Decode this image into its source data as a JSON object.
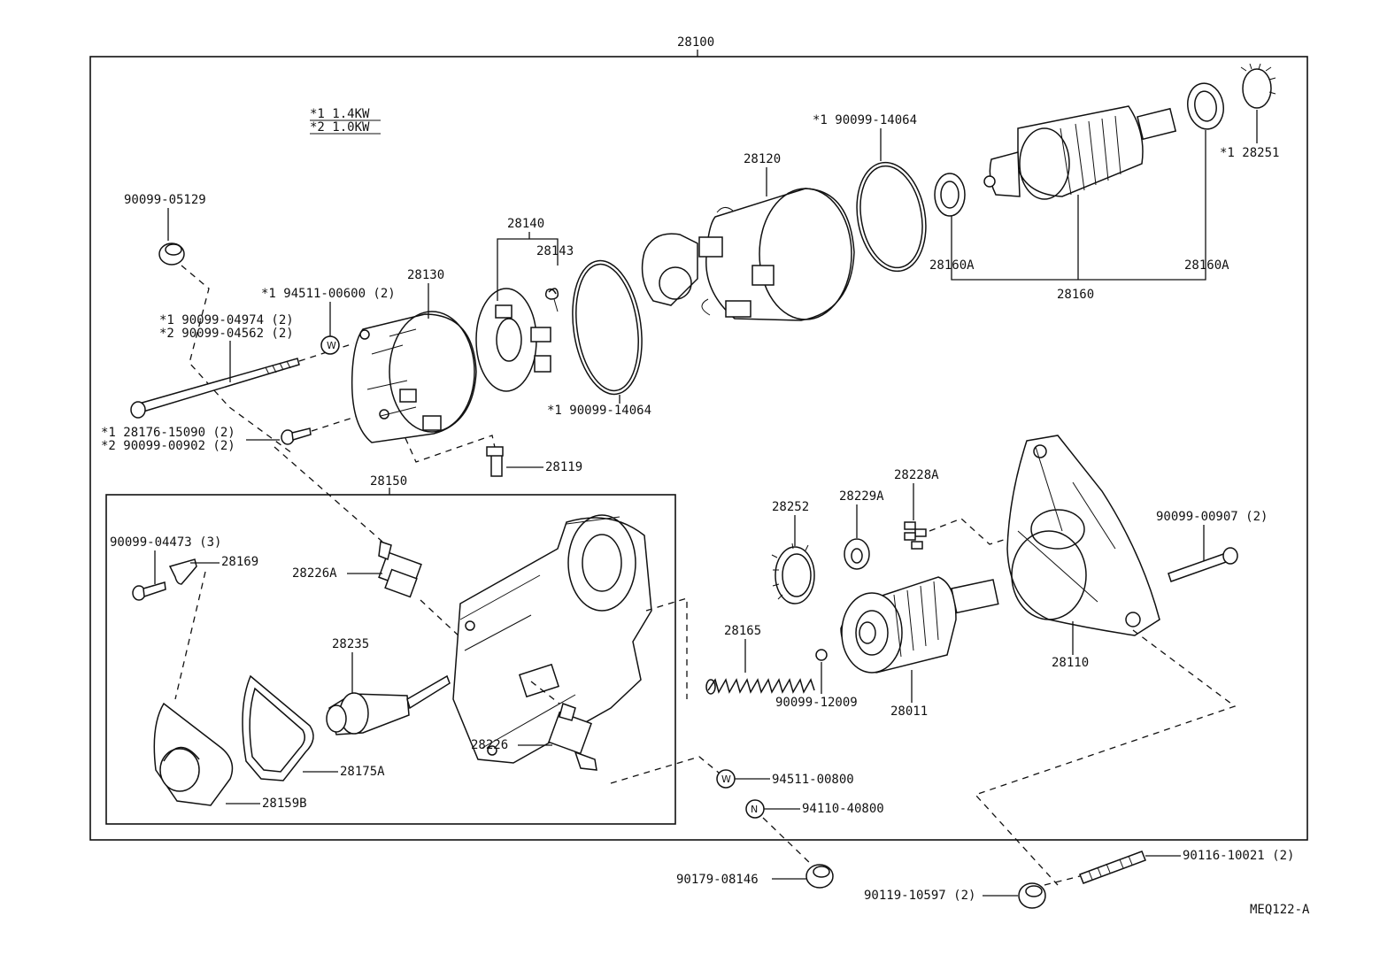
{
  "diagram": {
    "notes": [
      "*1  1.4KW",
      "*2  1.0KW"
    ],
    "code": "MEQ122-A",
    "assembly": "28100",
    "subassembly": "28150",
    "labels": {
      "n90099_05129": "90099-05129",
      "n94511_00600": "*1  94511-00600 (2)",
      "n90099_04974": "*1  90099-04974 (2)",
      "n90099_04562": "*2  90099-04562 (2)",
      "n28176_15090": "*1  28176-15090 (2)",
      "n90099_00902": "*2  90099-00902 (2)",
      "n28130": "28130",
      "n28140": "28140",
      "n28143": "28143",
      "n90099_14064_a": "*1  90099-14064",
      "n28120": "28120",
      "n90099_14064_b": "*1  90099-14064",
      "n28160A_l": "28160A",
      "n28160A_r": "28160A",
      "n28160": "28160",
      "n28251": "*1  28251",
      "n28119": "28119",
      "n90099_04473": "90099-04473 (3)",
      "n28169": "28169",
      "n28226A": "28226A",
      "n28235": "28235",
      "n28175A": "28175A",
      "n28159B": "28159B",
      "n28226": "28226",
      "n28252": "28252",
      "n28229A": "28229A",
      "n28228A": "28228A",
      "n28165": "28165",
      "n90099_12009": "90099-12009",
      "n28011": "28011",
      "n28110": "28110",
      "n90099_00907": "90099-00907 (2)",
      "n94511_00800": "94511-00800",
      "n94110_40800": "94110-40800",
      "n90179_08146": "90179-08146",
      "n90116_10021": "90116-10021 (2)",
      "n90119_10597": "90119-10597 (2)"
    },
    "symbols": {
      "washer": "W",
      "nut": "N"
    }
  }
}
